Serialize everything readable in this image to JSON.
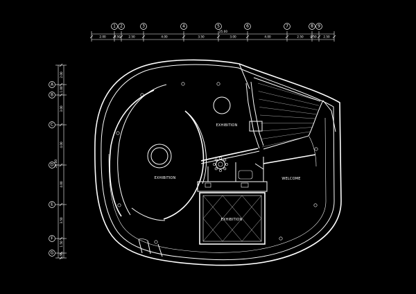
{
  "grid": {
    "columns": [
      "1",
      "2",
      "3",
      "4",
      "5",
      "6",
      "7",
      "8",
      "9"
    ],
    "rows": [
      "A",
      "B",
      "C",
      "D",
      "E",
      "F",
      "G"
    ]
  },
  "dimensions": {
    "top_total": "25.00",
    "top_segments": [
      "2.00",
      "0.50",
      "2.50",
      "4.00",
      "3.50",
      "3.00",
      "4.00",
      "2.50",
      "0.50",
      "2.50"
    ],
    "left_total": "26.00",
    "left_segments": [
      "2.00",
      "1.00",
      "3.00",
      "4.00",
      "4.00",
      "3.50",
      "1.50",
      "1.50"
    ]
  },
  "rooms": {
    "exhibition_left": "EXHIBITION",
    "exhibition_top": "EXHIBITION",
    "exhibition_bottom": "EXHIBITION",
    "welcome": "WELCOME"
  }
}
